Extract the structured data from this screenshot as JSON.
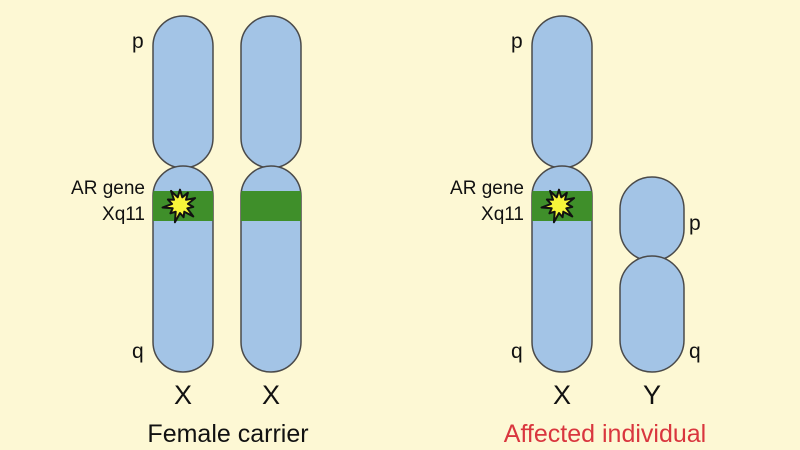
{
  "colors": {
    "background": "#fdf8d4",
    "chromosome_fill": "#a3c4e6",
    "chromosome_stroke": "#4a4a4a",
    "gene_band": "#3f8f2a",
    "mutation_fill": "#f7f53a",
    "affected_caption": "#d9363e"
  },
  "female": {
    "gene_label_line1": "AR gene",
    "gene_label_line2": "Xq11",
    "p_label": "p",
    "q_label": "q",
    "chr1_label": "X",
    "chr2_label": "X",
    "caption": "Female carrier"
  },
  "affected": {
    "gene_label_line1": "AR gene",
    "gene_label_line2": "Xq11",
    "x_p_label": "p",
    "x_q_label": "q",
    "y_p_label": "p",
    "y_q_label": "q",
    "chr1_label": "X",
    "chr2_label": "Y",
    "caption": "Affected individual"
  }
}
